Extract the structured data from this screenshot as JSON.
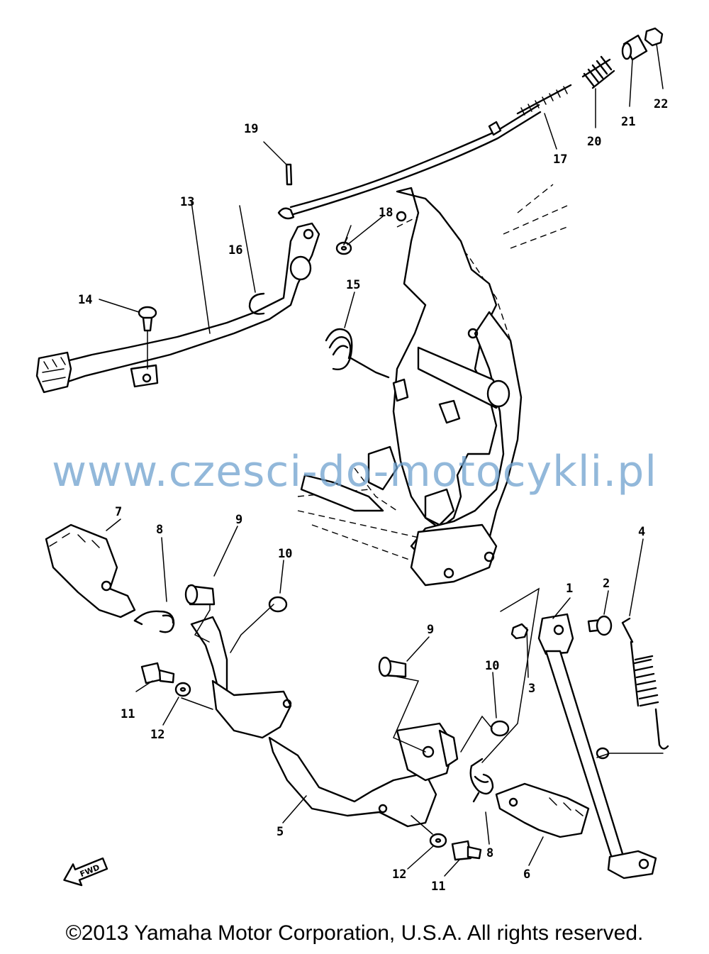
{
  "callouts": [
    {
      "id": "1",
      "label": "1"
    },
    {
      "id": "2",
      "label": "2"
    },
    {
      "id": "3",
      "label": "3"
    },
    {
      "id": "4",
      "label": "4"
    },
    {
      "id": "5",
      "label": "5"
    },
    {
      "id": "6",
      "label": "6"
    },
    {
      "id": "7",
      "label": "7"
    },
    {
      "id": "8a",
      "label": "8"
    },
    {
      "id": "8b",
      "label": "8"
    },
    {
      "id": "9a",
      "label": "9"
    },
    {
      "id": "9b",
      "label": "9"
    },
    {
      "id": "10a",
      "label": "10"
    },
    {
      "id": "10b",
      "label": "10"
    },
    {
      "id": "11a",
      "label": "11"
    },
    {
      "id": "11b",
      "label": "11"
    },
    {
      "id": "12a",
      "label": "12"
    },
    {
      "id": "12b",
      "label": "12"
    },
    {
      "id": "13",
      "label": "13"
    },
    {
      "id": "14",
      "label": "14"
    },
    {
      "id": "15",
      "label": "15"
    },
    {
      "id": "16",
      "label": "16"
    },
    {
      "id": "17",
      "label": "17"
    },
    {
      "id": "18",
      "label": "18"
    },
    {
      "id": "19",
      "label": "19"
    },
    {
      "id": "20",
      "label": "20"
    },
    {
      "id": "21",
      "label": "21"
    },
    {
      "id": "22",
      "label": "22"
    }
  ],
  "direction_marker": "FWD",
  "watermark": "www.czesci-do-motocykli.pl",
  "copyright": "©2013 Yamaha Motor Corporation, U.S.A. All rights reserved.",
  "colors": {
    "line": "#000000",
    "watermark": "#6ea0cd",
    "background": "#ffffff"
  }
}
